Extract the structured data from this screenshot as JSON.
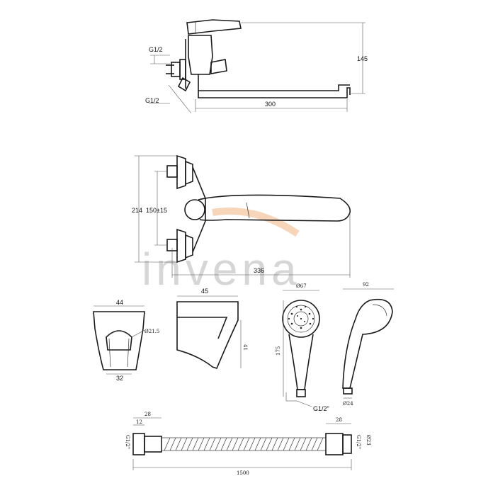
{
  "watermark": {
    "text": "invena",
    "swoosh_color": "#f2c39a"
  },
  "top_view": {
    "dim_g12_upper": "G1/2",
    "dim_g12_lower": "G1/2",
    "dim_height": "145",
    "dim_spout": "300"
  },
  "front_view": {
    "dim_total_height": "214",
    "dim_spacing": "150±15",
    "dim_length": "336"
  },
  "holder_front": {
    "dim_top": "44",
    "dim_hole": "Ø21.5",
    "dim_bottom": "32"
  },
  "holder_side": {
    "dim_top": "45",
    "dim_height": "41"
  },
  "hand_shower": {
    "dim_head": "Ø67",
    "dim_length": "175",
    "dim_thread": "G1/2\"",
    "dim_base": "Ø24",
    "dim_side": "92"
  },
  "hose": {
    "dim_left_end": "28",
    "dim_left_thread": "12",
    "dim_left_label": "G1/2\"",
    "dim_right_end": "28",
    "dim_right_label": "G1/2\"",
    "dim_right_dia": "Ø23",
    "dim_length": "1500"
  }
}
